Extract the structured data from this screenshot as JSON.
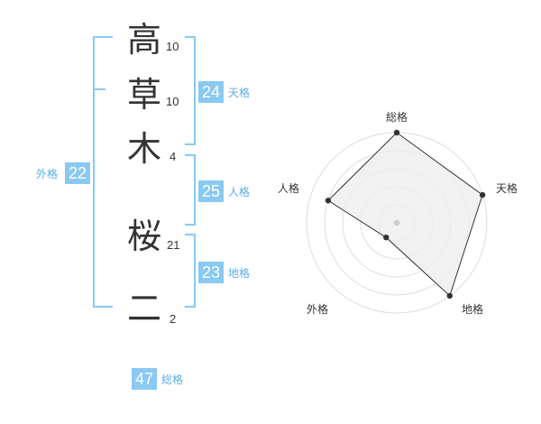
{
  "name": [
    {
      "char": "高",
      "strokes": "10"
    },
    {
      "char": "草",
      "strokes": "10"
    },
    {
      "char": "木",
      "strokes": "4"
    },
    {
      "char": "桜",
      "strokes": "21"
    },
    {
      "char": "二",
      "strokes": "2"
    }
  ],
  "grades": {
    "tenkaku": {
      "value": "24",
      "label": "天格"
    },
    "jinkaku": {
      "value": "25",
      "label": "人格"
    },
    "chikaku": {
      "value": "23",
      "label": "地格"
    },
    "gaikaku": {
      "value": "22",
      "label": "外格"
    },
    "soukaku": {
      "value": "47",
      "label": "総格"
    }
  },
  "radar": {
    "axes": [
      "総格",
      "天格",
      "地格",
      "外格",
      "人格"
    ],
    "levels": [
      1.0,
      1.0,
      1.0,
      0.2,
      0.8
    ],
    "colors": {
      "fill": "#eeeeee",
      "line": "#333333",
      "ring": "#dddddd",
      "center": "#cccccc"
    }
  }
}
